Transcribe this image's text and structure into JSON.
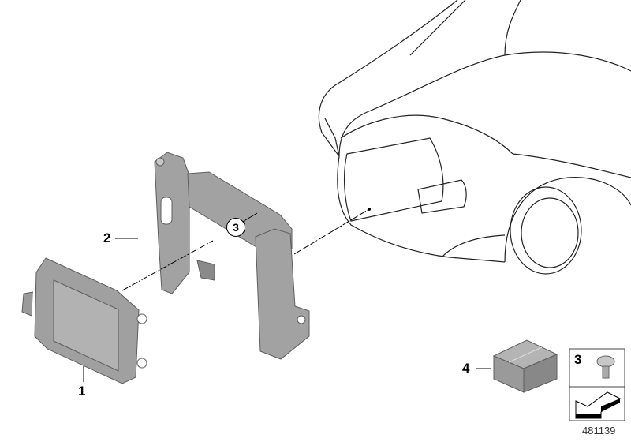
{
  "callouts": {
    "part1": "1",
    "part2": "2",
    "part3_circled": "3",
    "part4": "4",
    "part3_box": "3"
  },
  "diagram_number": "481139",
  "colors": {
    "part_fill": "#9a9a9a",
    "part_stroke": "#5e5e5e",
    "line": "#000000"
  }
}
